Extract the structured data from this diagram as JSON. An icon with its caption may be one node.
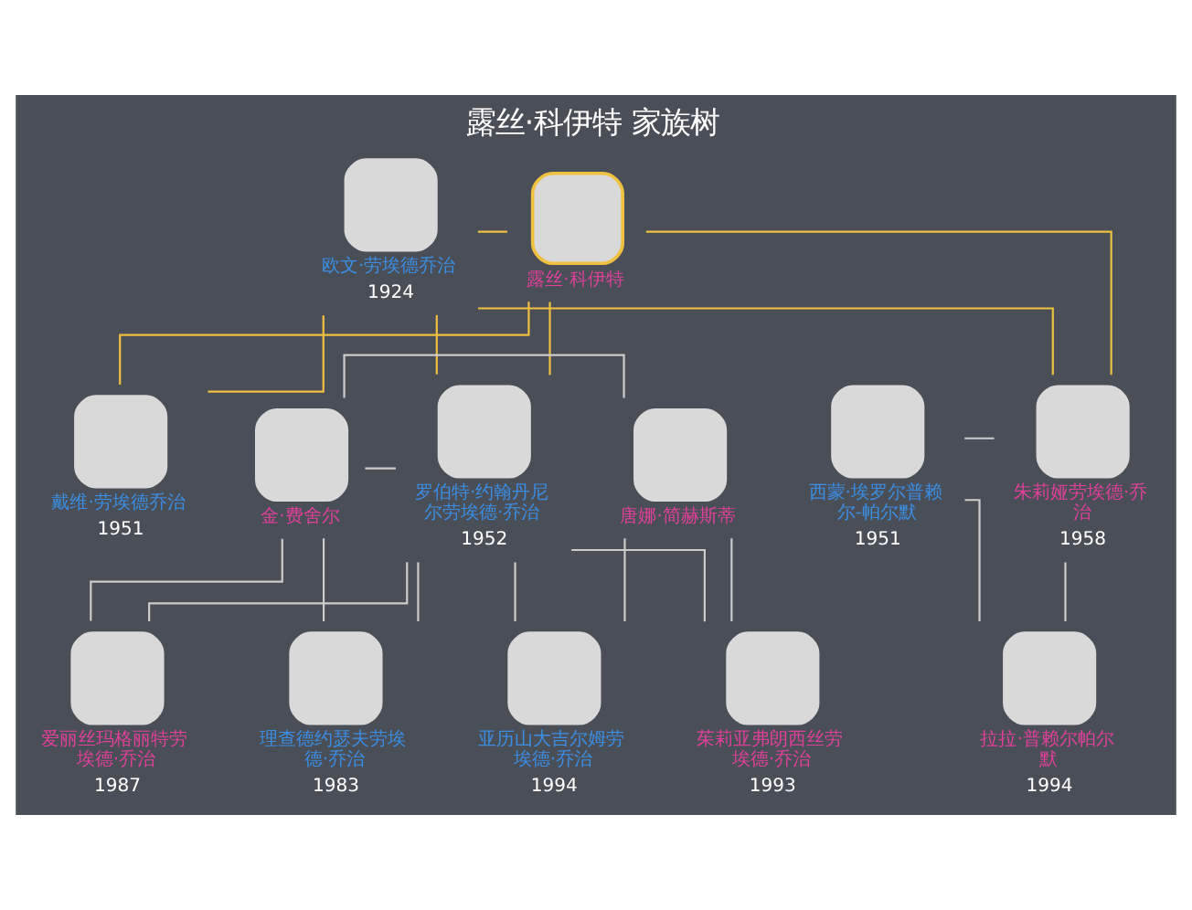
{
  "diagram": {
    "title": "露丝·科伊特 家族树",
    "nodes": [
      {
        "text": [
          "欧文·劳埃德乔治",
          "1924"
        ]
      },
      {
        "text": [
          "露丝·科伊特"
        ]
      },
      {
        "text": [
          "戴维·劳埃德乔治",
          "1951"
        ]
      },
      {
        "text": [
          "罗伯特·约翰丹尼尔劳埃德·乔治",
          "1952"
        ]
      },
      {
        "text": [
          "金·费舍尔"
        ]
      },
      {
        "text": [
          "唐娜·简赫斯蒂"
        ]
      },
      {
        "text": [
          "西蒙·埃罗尔普赖尔-帕尔默",
          "1951"
        ]
      },
      {
        "text": [
          "朱莉娅劳埃德·乔治",
          "1958"
        ]
      },
      {
        "text": [
          "理查德约瑟夫劳埃德·乔治",
          "1983"
        ]
      },
      {
        "text": [
          "爱丽丝玛格丽特劳埃德·乔治",
          "1987"
        ]
      },
      {
        "text": [
          "茱莉亚弗朗西丝劳埃德·乔治",
          "1993"
        ]
      },
      {
        "text": [
          "亚历山大吉尔姆劳埃德·乔治",
          "1994"
        ]
      },
      {
        "text": [
          "拉拉·普赖尔帕尔默",
          "1994"
        ]
      }
    ],
    "edges": [
      {
        "from": 0,
        "to": 1,
        "arrow": "none",
        "color": "#f0c040"
      },
      {
        "from": 0,
        "to": 2,
        "arrow": "none",
        "color": "#f0c040"
      },
      {
        "from": 1,
        "to": 2,
        "arrow": "none",
        "color": "#f0c040"
      },
      {
        "from": 0,
        "to": 3,
        "arrow": "none",
        "color": "#f0c040"
      },
      {
        "from": 1,
        "to": 3,
        "arrow": "none",
        "color": "#f0c040"
      },
      {
        "from": 0,
        "to": 7,
        "arrow": "none",
        "color": "#f0c040"
      },
      {
        "from": 1,
        "to": 7,
        "arrow": "none",
        "color": "#f0c040"
      },
      {
        "from": 3,
        "to": 4,
        "arrow": "none"
      },
      {
        "from": 4,
        "to": 5,
        "arrow": "none"
      },
      {
        "from": 6,
        "to": 7,
        "arrow": "none"
      },
      {
        "from": 3,
        "to": 8,
        "arrow": "none"
      },
      {
        "from": 4,
        "to": 8,
        "arrow": "none"
      },
      {
        "from": 3,
        "to": 9,
        "arrow": "none"
      },
      {
        "from": 4,
        "to": 9,
        "arrow": "none"
      },
      {
        "from": 3,
        "to": 10,
        "arrow": "none"
      },
      {
        "from": 5,
        "to": 10,
        "arrow": "none"
      },
      {
        "from": 3,
        "to": 11,
        "arrow": "none"
      },
      {
        "from": 5,
        "to": 11,
        "arrow": "none"
      },
      {
        "from": 6,
        "to": 12,
        "arrow": "none"
      },
      {
        "from": 7,
        "to": 12,
        "arrow": "none"
      }
    ]
  }
}
